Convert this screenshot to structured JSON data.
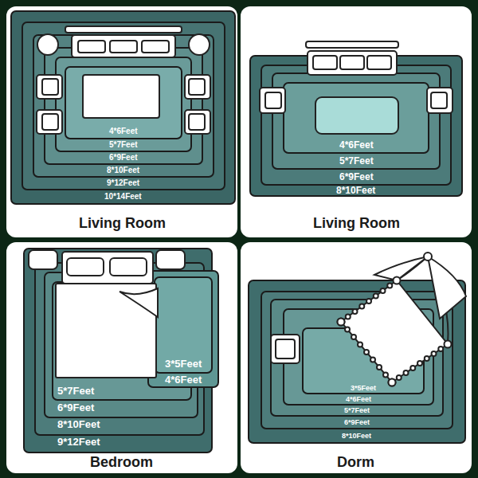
{
  "diagram": {
    "nodes": [
      {
        "text": [
          "Living Room"
        ]
      },
      {
        "text": [
          "10*14Feet"
        ],
        "in": 0
      },
      {
        "text": [
          "9*12Feet"
        ],
        "in": 1
      },
      {
        "text": [
          "8*10Feet"
        ],
        "in": 2
      },
      {
        "text": [
          "6*9Feet"
        ],
        "in": 3
      },
      {
        "text": [
          "5*7Feet"
        ],
        "in": 4
      },
      {
        "text": [
          "4*6Feet"
        ],
        "in": 5
      },
      {
        "text": [
          "Living Room"
        ]
      },
      {
        "text": [
          "8*10Feet"
        ],
        "in": 7
      },
      {
        "text": [
          "6*9Feet"
        ],
        "in": 8
      },
      {
        "text": [
          "5*7Feet"
        ],
        "in": 9
      },
      {
        "text": [
          "4*6Feet"
        ],
        "in": 10
      },
      {
        "text": [
          "Bedroom"
        ]
      },
      {
        "text": [
          "9*12Feet"
        ],
        "in": 12
      },
      {
        "text": [
          "8*10Feet"
        ],
        "in": 13
      },
      {
        "text": [
          "6*9Feet"
        ],
        "in": 14
      },
      {
        "text": [
          "5*7Feet"
        ],
        "in": 15
      },
      {
        "text": [
          "4*6Feet"
        ],
        "in": 12
      },
      {
        "text": [
          "3*5Feet"
        ],
        "in": 17
      },
      {
        "text": [
          "Dorm"
        ]
      },
      {
        "text": [
          "8*10Feet"
        ],
        "in": 19
      },
      {
        "text": [
          "6*9Feet"
        ],
        "in": 20
      },
      {
        "text": [
          "5*7Feet"
        ],
        "in": 21
      },
      {
        "text": [
          "4*6Feet"
        ],
        "in": 22
      },
      {
        "text": [
          "3*5Feet"
        ],
        "in": 23
      }
    ]
  }
}
